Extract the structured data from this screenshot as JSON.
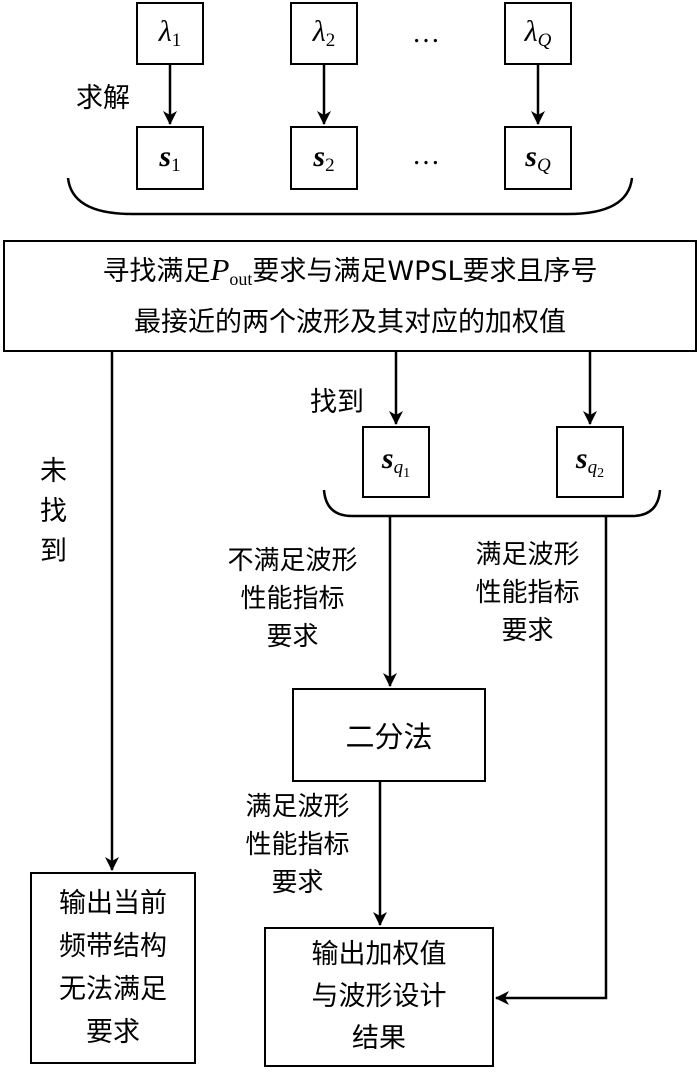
{
  "lambdas": [
    {
      "symbol": "λ",
      "sub": "1"
    },
    {
      "symbol": "λ",
      "sub": "2"
    },
    {
      "symbol": "λ",
      "sub": "Q"
    }
  ],
  "waveforms": [
    {
      "symbol": "s",
      "sub": "1"
    },
    {
      "symbol": "s",
      "sub": "2"
    },
    {
      "symbol": "s",
      "sub": "Q"
    }
  ],
  "ellipsis": "…",
  "solve_label": "求解",
  "main_box": {
    "line1_pre": "寻找满足",
    "p_symbol": "P",
    "p_sub": "out",
    "line1_post": "要求与满足WPSL要求且序号",
    "line2": "最接近的两个波形及其对应的加权值"
  },
  "not_found_label": [
    "未",
    "找",
    "到"
  ],
  "found_label": "找到",
  "s_q1": {
    "symbol": "s",
    "sub": "q",
    "subsub": "1"
  },
  "s_q2": {
    "symbol": "s",
    "sub": "q",
    "subsub": "2"
  },
  "not_satisfy_label": [
    "不满足波形",
    "性能指标",
    "要求"
  ],
  "satisfy_label_right": [
    "满足波形",
    "性能指标",
    "要求"
  ],
  "bisection_box": "二分法",
  "satisfy_label_mid": [
    "满足波形",
    "性能指标",
    "要求"
  ],
  "output_fail_box": [
    "输出当前",
    "频带结构",
    "无法满足",
    "要求"
  ],
  "output_result_box": [
    "输出加权值",
    "与波形设计",
    "结果"
  ]
}
